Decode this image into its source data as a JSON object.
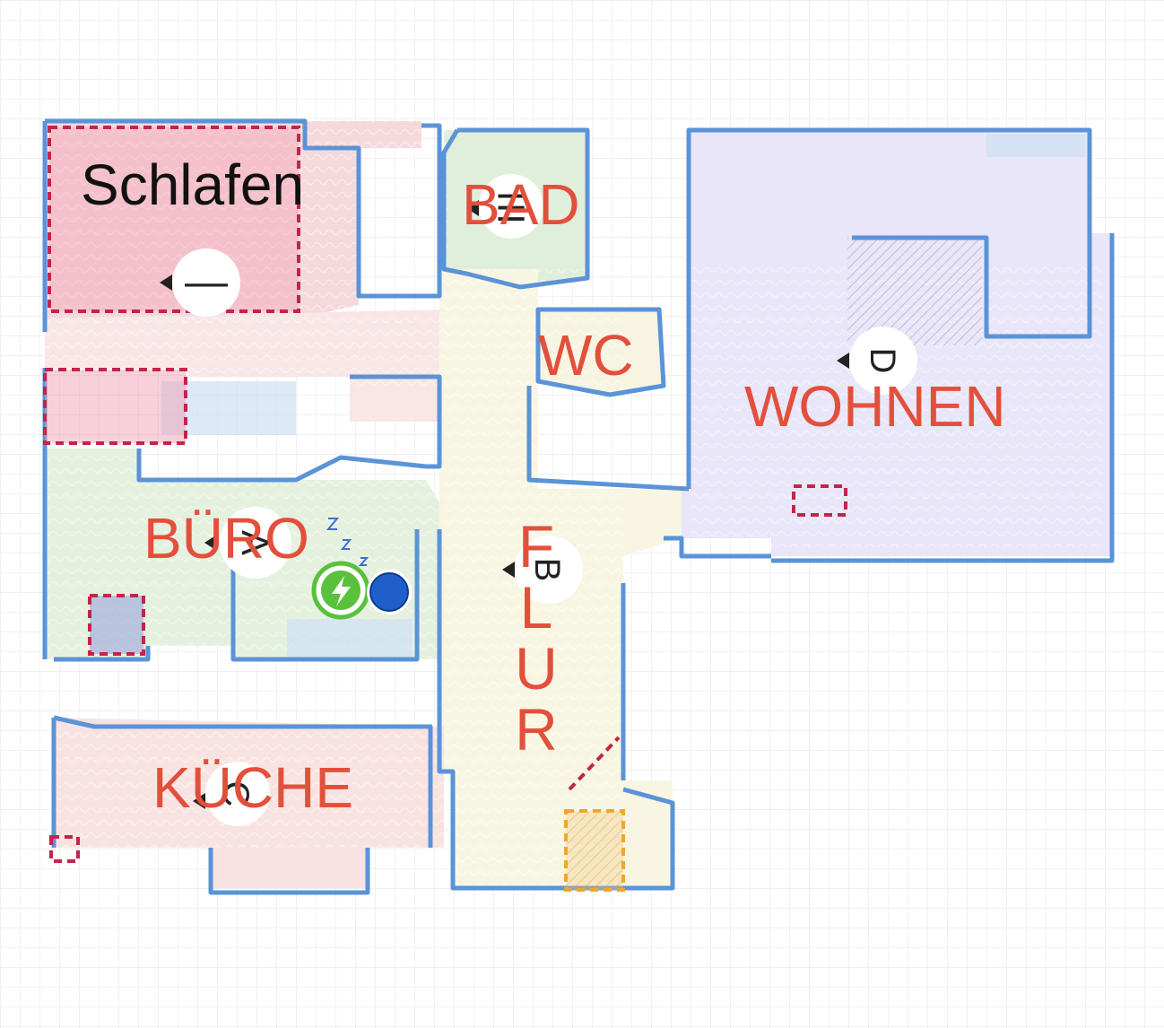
{
  "map": {
    "colors": {
      "background": "#ffffff",
      "grid": "#e4e8ec",
      "wall": "#5b93d8",
      "wall_light": "#a9c8ef",
      "label_red": "#e2503c",
      "label_black": "#111111",
      "zone_red": "#c4244a",
      "zone_orange": "#f0a530",
      "charger_green": "#59c13c",
      "robot_blue": "#1f5fc9",
      "room_schlafen": "#f6d9dc",
      "room_bad": "#e0efdb",
      "room_wc": "#f7f4e1",
      "room_wohnen": "#e8e6f8",
      "room_buero": "#e5f1df",
      "room_flur": "#f8f6e2",
      "room_kueche": "#f9e3e1"
    },
    "rooms": [
      {
        "id": "schlafen",
        "label": "Schlafen",
        "color": "label_black"
      },
      {
        "id": "bad",
        "label": "BAD",
        "color": "label_red"
      },
      {
        "id": "wc",
        "label": "WC",
        "color": "label_red"
      },
      {
        "id": "wohnen",
        "label": "WOHNEN",
        "color": "label_red"
      },
      {
        "id": "buero",
        "label": "BÜRO",
        "color": "label_red"
      },
      {
        "id": "flur",
        "label": "FLUR",
        "color": "label_red",
        "vertical": true
      },
      {
        "id": "kueche",
        "label": "KÜCHE",
        "color": "label_red"
      }
    ],
    "room_badges": [
      {
        "room": "schlafen",
        "glyph": "—"
      },
      {
        "room": "bad",
        "glyph": "☰"
      },
      {
        "room": "wohnen",
        "glyph": "D"
      },
      {
        "room": "buero",
        "glyph": "A"
      },
      {
        "room": "flur",
        "glyph": "B"
      },
      {
        "room": "kueche",
        "glyph": "C"
      }
    ],
    "icons": {
      "charger": "charging-dock-icon",
      "robot": "robot-vacuum-icon",
      "sleep": "zzz-icon"
    }
  }
}
